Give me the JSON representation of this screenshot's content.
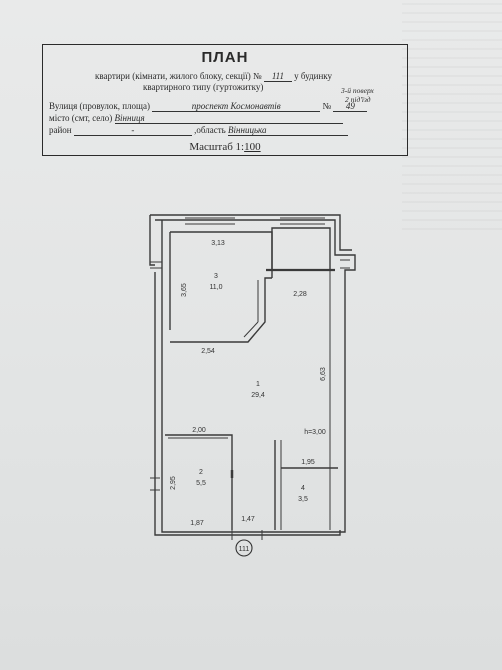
{
  "header": {
    "title": "ПЛАН",
    "line1_prefix": "квартири (кімнати, жилого блоку, секції) №",
    "apartment_no": "111",
    "line1_suffix": "у будинку",
    "line2": "квартирного типу (гуртожитку)",
    "floor_note": "3-й поверх",
    "entrance_note": "2 під'їзд",
    "street_label": "Вулиця (провулок, площа)",
    "street_value": "проспект Космонавтів",
    "house_no_label": "№",
    "house_no": "49",
    "city_label": "місто (смт, село)",
    "city_value": "Вінниця",
    "district_label": "район",
    "district_value": "-",
    "region_prefix": ",область",
    "region_value": "Вінницька",
    "scale_label": "Масштаб 1:",
    "scale_value": "100"
  },
  "floorplan": {
    "unit_marker": "111",
    "rooms": [
      {
        "number": "1",
        "area": "29,4"
      },
      {
        "number": "2",
        "area": "5,5"
      },
      {
        "number": "3",
        "area": "11,0"
      },
      {
        "number": "4",
        "area": "3,5"
      }
    ],
    "dimensions": {
      "room3_width": "3,13",
      "room3_depth": "3,65",
      "top_right": "2,28",
      "mid_left": "2,54",
      "right_height": "6,63",
      "room2_width": "2,00",
      "room2_depth": "2,95",
      "room2_bottom": "1,87",
      "room4_width": "1,95",
      "door_width": "1,47",
      "ceiling_height": "h=3,00"
    }
  }
}
